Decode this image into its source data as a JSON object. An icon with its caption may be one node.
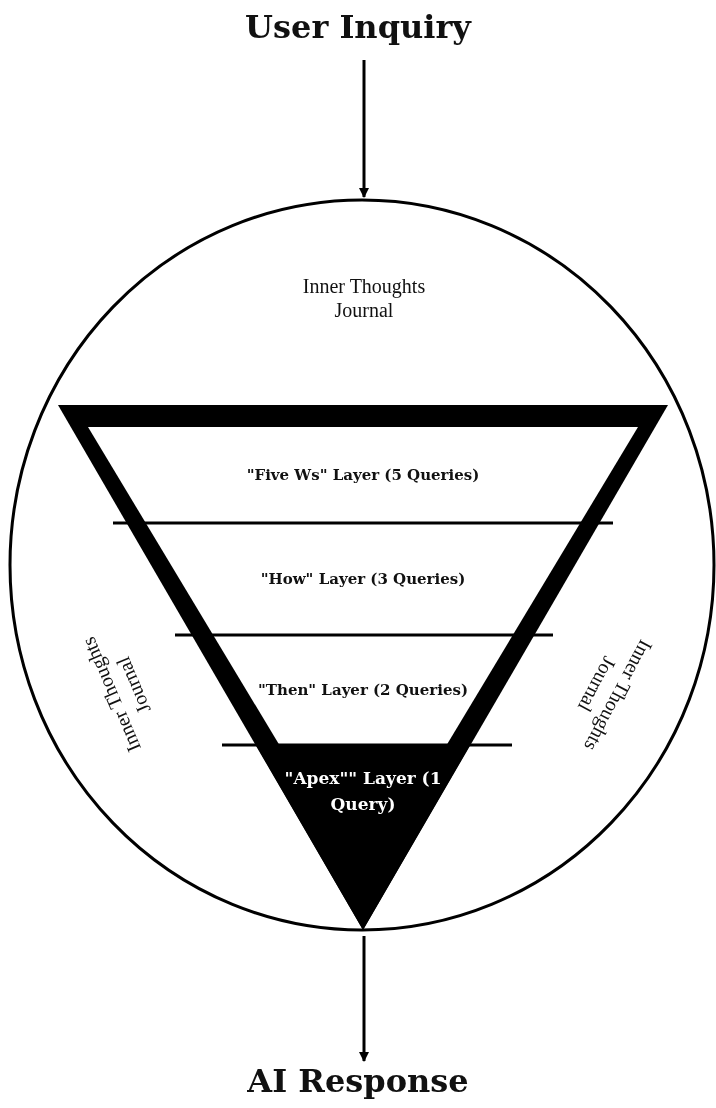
{
  "diagram": {
    "nodes": [
      {
        "text": [
          "User Inquiry"
        ]
      },
      {
        "text": [
          "Inner Thoughts Journal",
          "Inner Thoughts Journal",
          "Inner Thoughts Journal"
        ]
      },
      {
        "text": [],
        "shape": "triangle",
        "in": 1
      },
      {
        "text": [
          "\"Five Ws\" Layer (5 Queries)"
        ],
        "in": 2
      },
      {
        "text": [
          "\"How\" Layer (3 Queries)"
        ],
        "in": 2
      },
      {
        "text": [
          "\"Then\" Layer (2 Queries)"
        ],
        "in": 2
      },
      {
        "text": [
          "\"Apex\"\" Layer (1 Query)"
        ],
        "in": 2
      },
      {
        "text": [
          "AI Response"
        ]
      }
    ],
    "edges": [
      {
        "from": 0,
        "to": 1,
        "arrow": "to"
      },
      {
        "from": 1,
        "to": 7,
        "arrow": "to"
      }
    ]
  }
}
